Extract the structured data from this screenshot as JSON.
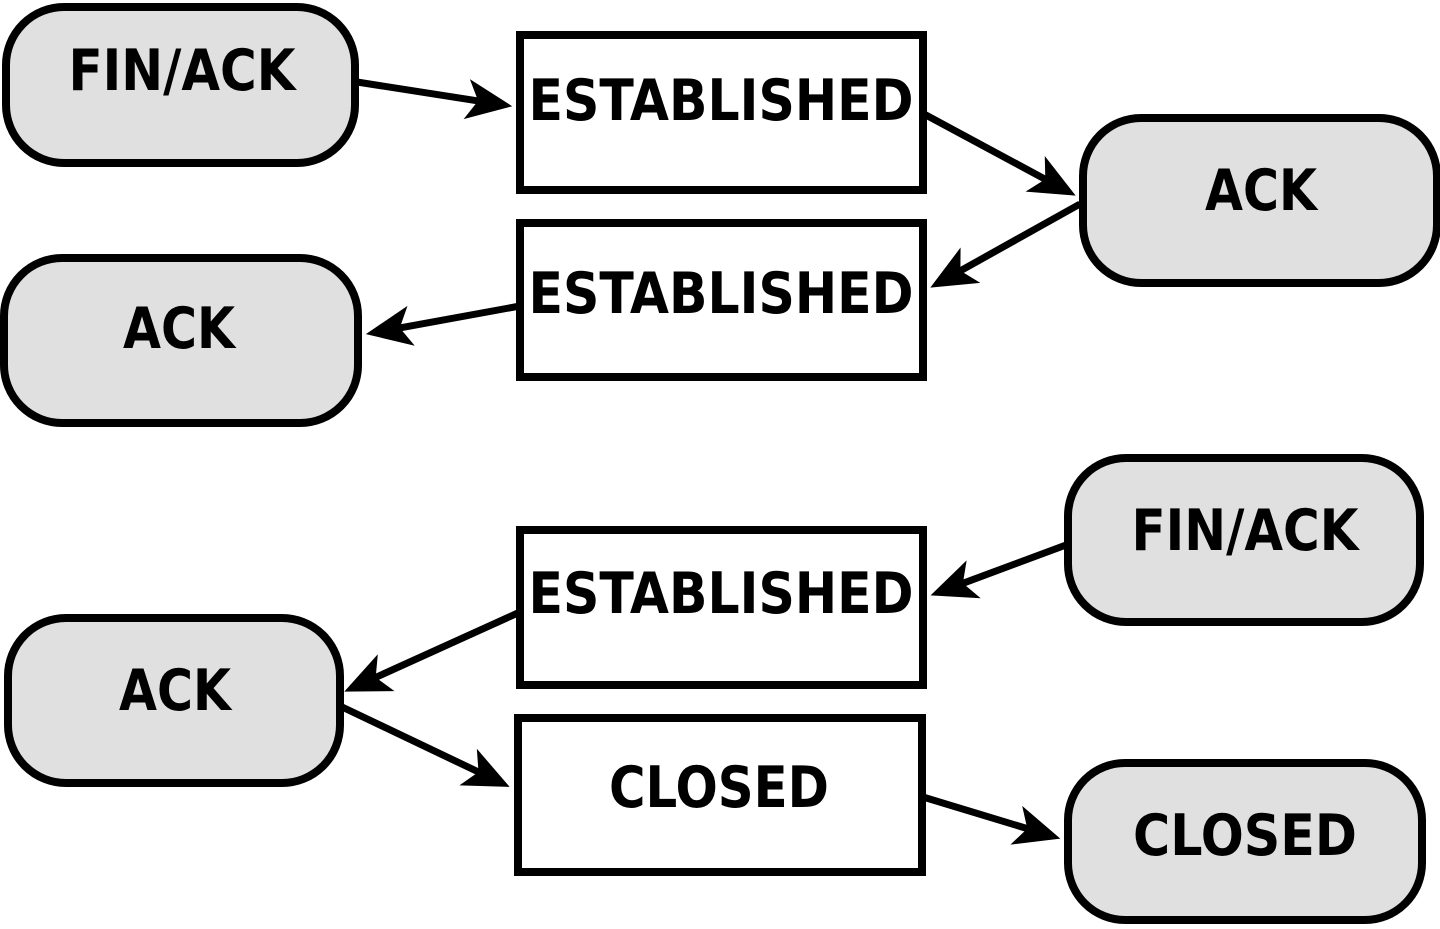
{
  "diagram": {
    "description": "TCP connection close handshake state diagram",
    "colors": {
      "pill_fill": "#e0e0e0",
      "box_fill": "#ffffff",
      "stroke": "#000000",
      "arrow": "#000000"
    },
    "nodes": {
      "finack_top": {
        "label": "FIN/ACK",
        "shape": "pill"
      },
      "established_1": {
        "label": "ESTABLISHED",
        "shape": "box"
      },
      "ack_right": {
        "label": "ACK",
        "shape": "pill"
      },
      "established_2": {
        "label": "ESTABLISHED",
        "shape": "box"
      },
      "ack_left": {
        "label": "ACK",
        "shape": "pill"
      },
      "finack_bottom": {
        "label": "FIN/ACK",
        "shape": "pill"
      },
      "established_3": {
        "label": "ESTABLISHED",
        "shape": "box"
      },
      "ack_bottom": {
        "label": "ACK",
        "shape": "pill"
      },
      "closed_box": {
        "label": "CLOSED",
        "shape": "box"
      },
      "closed_pill": {
        "label": "CLOSED",
        "shape": "pill"
      }
    },
    "edges": [
      {
        "from": "finack_top",
        "to": "established_1"
      },
      {
        "from": "established_1",
        "to": "ack_right"
      },
      {
        "from": "ack_right",
        "to": "established_2"
      },
      {
        "from": "established_2",
        "to": "ack_left"
      },
      {
        "from": "finack_bottom",
        "to": "established_3"
      },
      {
        "from": "established_3",
        "to": "ack_bottom"
      },
      {
        "from": "ack_bottom",
        "to": "closed_box"
      },
      {
        "from": "closed_box",
        "to": "closed_pill"
      }
    ]
  }
}
